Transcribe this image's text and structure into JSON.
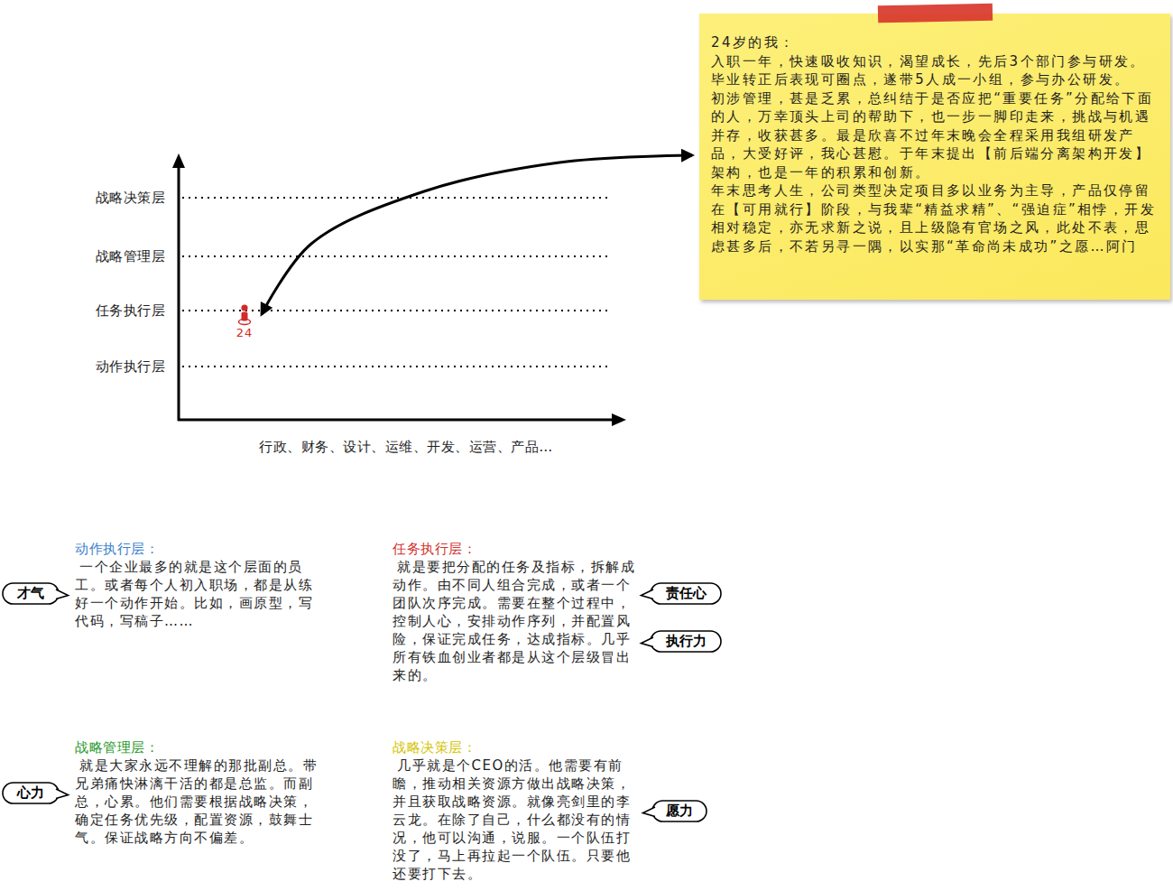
{
  "diagram": {
    "nodes": [
      {
        "text": [
          "24岁的我：",
          "入职一年，快速吸收知识，渴望成长，先后3个部门参与研发。",
          "毕业转正后表现可圈点，遂带5人成一小组，参与办公研发。",
          "初涉管理，甚是乏累，总纠结于是否应把“重要任务”分配给下面的人，万幸顶头上司的帮助下，也一步一脚印走来，挑战与机遇并存，收获甚多。最是欣喜不过年末晚会全程采用我组研发产品，大受好评，我心甚慰。于年末提出【前后端分离架构开发】架构，也是一年的积累和创新。",
          "年末思考人生，公司类型决定项目多以业务为主导，产品仅停留在【可用就行】阶段，与我辈“精益求精”、“强迫症”相悖，开发相对稳定，亦无求新之说，且上级隐有官场之风，此处不表，思虑甚多后，不若另寻一隅，以实那“革命尚未成功”之愿…阿门"
        ]
      },
      {
        "text": [
          "24"
        ]
      },
      {
        "text": [
          "才气"
        ]
      },
      {
        "text": [
          "责任心"
        ]
      },
      {
        "text": [
          "执行力"
        ]
      },
      {
        "text": [
          "心力"
        ]
      },
      {
        "text": [
          "愿力"
        ]
      }
    ],
    "edges": [
      {
        "from": 0,
        "to": 1,
        "arrow": "both"
      }
    ],
    "labels": [
      "战略决策层",
      "战略管理层",
      "任务执行层",
      "动作执行层",
      "行政、财务、设计、运维、开发、运营、产品…",
      "动作执行层：",
      "一个企业最多的就是这个层面的员工。或者每个人初入职场，都是从练好一个动作开始。比如，画原型，写代码，写稿子……",
      "任务执行层：",
      "就是要把分配的任务及指标，拆解成动作。由不同人组合完成，或者一个团队次序完成。需要在整个过程中，控制人心，安排动作序列，并配置风险，保证完成任务，达成指标。几乎所有铁血创业者都是从这个层级冒出来的。",
      "战略管理层：",
      "就是大家永远不理解的那批副总。带兄弟痛快淋漓干活的都是总监。而副总，心累。他们需要根据战略决策，确定任务优先级，配置资源，鼓舞士气。保证战略方向不偏差。",
      "战略决策层：",
      "几乎就是个CEO的活。他需要有前瞻，推动相关资源方做出战略决策，并且获取战略资源。就像亮剑里的李云龙。在除了自己，什么都没有的情况，他可以沟通，说服。一个队伍打没了，马上再拉起一个队伍。只要他还要打下去。"
    ]
  }
}
